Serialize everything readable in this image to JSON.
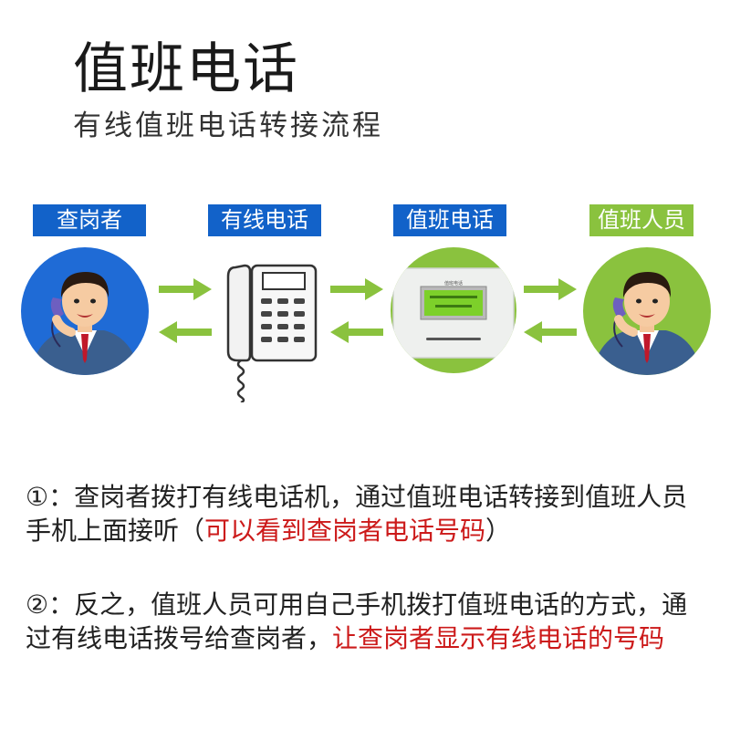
{
  "header": {
    "title": "值班电话",
    "subtitle": "有线值班电话转接流程"
  },
  "flow": {
    "nodes": [
      {
        "label": "查岗者",
        "icon": "caller-person-icon",
        "color": "#1262c9"
      },
      {
        "label": "有线电话",
        "icon": "wired-telephone-icon",
        "color": "#1262c9"
      },
      {
        "label": "值班电话",
        "icon": "duty-phone-device-icon",
        "color": "#1262c9"
      },
      {
        "label": "值班人员",
        "icon": "duty-person-icon",
        "color": "#8ac23e"
      }
    ],
    "arrow_color": "#8ac23e"
  },
  "notes": {
    "p1": {
      "text": "①：查岗者拨打有线电话机，通过值班电话转接到值班人员手机上面接听（",
      "highlight": "可以看到查岗者电话号码",
      "tail": "）"
    },
    "p2": {
      "text": "②：反之，值班人员可用自己手机拨打值班电话的方式，通过有线电话拨号给查岗者，",
      "highlight": "让查岗者显示有线电话的号码",
      "tail": ""
    }
  },
  "colors": {
    "label_blue": "#1262c9",
    "label_green": "#8ac23e",
    "highlight_red": "#cc1a1a"
  }
}
